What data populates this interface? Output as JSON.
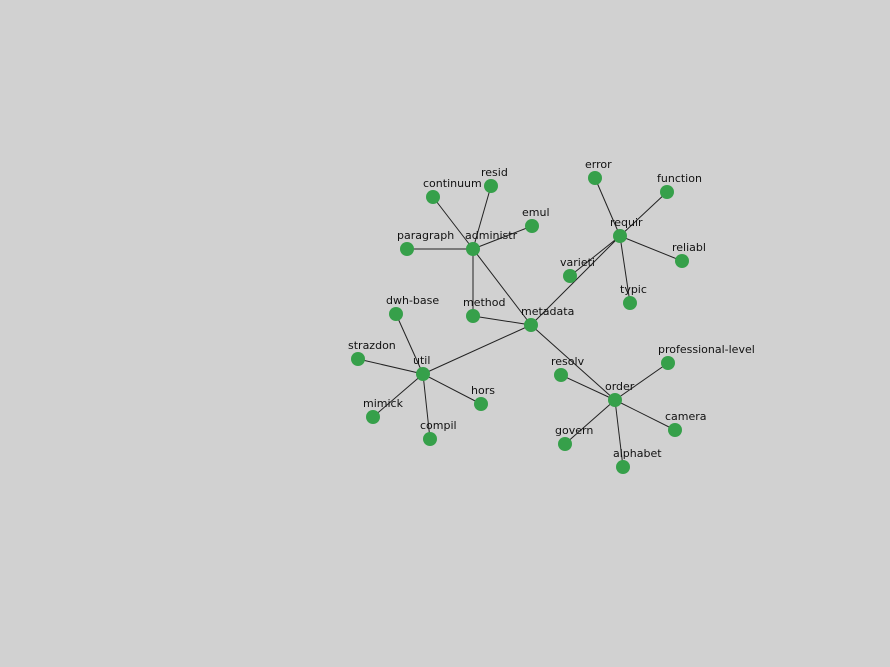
{
  "graph": {
    "type": "network",
    "colors": {
      "background": "#d1d1d1",
      "node": "#36a04a",
      "edge": "#222222",
      "label": "#111111"
    },
    "nodes": [
      {
        "id": "metadata",
        "label": "metadata"
      },
      {
        "id": "administr",
        "label": "administr"
      },
      {
        "id": "resid",
        "label": "resid"
      },
      {
        "id": "continuum",
        "label": "continuum"
      },
      {
        "id": "emul",
        "label": "emul"
      },
      {
        "id": "paragraph",
        "label": "paragraph"
      },
      {
        "id": "method",
        "label": "method"
      },
      {
        "id": "requir",
        "label": "requir"
      },
      {
        "id": "error",
        "label": "error"
      },
      {
        "id": "function",
        "label": "function"
      },
      {
        "id": "varieti",
        "label": "varieti"
      },
      {
        "id": "reliabl",
        "label": "reliabl"
      },
      {
        "id": "typic",
        "label": "typic"
      },
      {
        "id": "util",
        "label": "util"
      },
      {
        "id": "dwh-base",
        "label": "dwh-base"
      },
      {
        "id": "strazdon",
        "label": "strazdon"
      },
      {
        "id": "mimick",
        "label": "mimick"
      },
      {
        "id": "compil",
        "label": "compil"
      },
      {
        "id": "hors",
        "label": "hors"
      },
      {
        "id": "order",
        "label": "order"
      },
      {
        "id": "resolv",
        "label": "resolv"
      },
      {
        "id": "professional-level",
        "label": "professional-level"
      },
      {
        "id": "camera",
        "label": "camera"
      },
      {
        "id": "govern",
        "label": "govern"
      },
      {
        "id": "alphabet",
        "label": "alphabet"
      }
    ],
    "edges": [
      [
        "metadata",
        "administr"
      ],
      [
        "metadata",
        "method"
      ],
      [
        "metadata",
        "requir"
      ],
      [
        "metadata",
        "util"
      ],
      [
        "metadata",
        "order"
      ],
      [
        "administr",
        "resid"
      ],
      [
        "administr",
        "continuum"
      ],
      [
        "administr",
        "emul"
      ],
      [
        "administr",
        "paragraph"
      ],
      [
        "administr",
        "method"
      ],
      [
        "requir",
        "error"
      ],
      [
        "requir",
        "function"
      ],
      [
        "requir",
        "varieti"
      ],
      [
        "requir",
        "reliabl"
      ],
      [
        "requir",
        "typic"
      ],
      [
        "util",
        "dwh-base"
      ],
      [
        "util",
        "strazdon"
      ],
      [
        "util",
        "mimick"
      ],
      [
        "util",
        "compil"
      ],
      [
        "util",
        "hors"
      ],
      [
        "order",
        "resolv"
      ],
      [
        "order",
        "professional-level"
      ],
      [
        "order",
        "camera"
      ],
      [
        "order",
        "govern"
      ],
      [
        "order",
        "alphabet"
      ]
    ]
  }
}
